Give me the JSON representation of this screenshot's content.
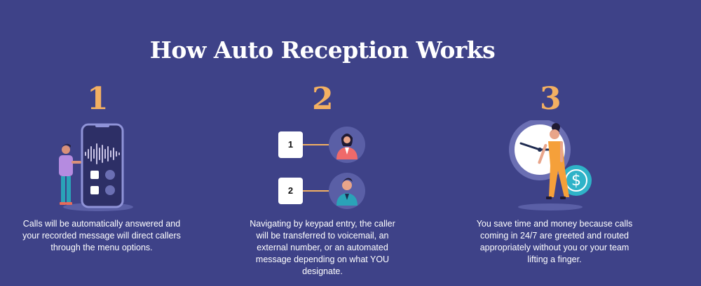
{
  "title": "How Auto Reception Works",
  "colors": {
    "background": "#3e4288",
    "accent": "#f3b062"
  },
  "steps": [
    {
      "number": "1",
      "description": "Calls will be automatically answered and your recorded message will direct callers through the menu options."
    },
    {
      "number": "2",
      "keys": [
        "1",
        "2"
      ],
      "description": "Navigating by keypad entry, the caller will be transferred to voicemail, an external number, or an automated message depending on what YOU designate."
    },
    {
      "number": "3",
      "icons": {
        "coin": "$"
      },
      "description": "You save time and money because calls coming in 24/7 are greeted and routed appropriately without you or your team lifting a finger."
    }
  ]
}
